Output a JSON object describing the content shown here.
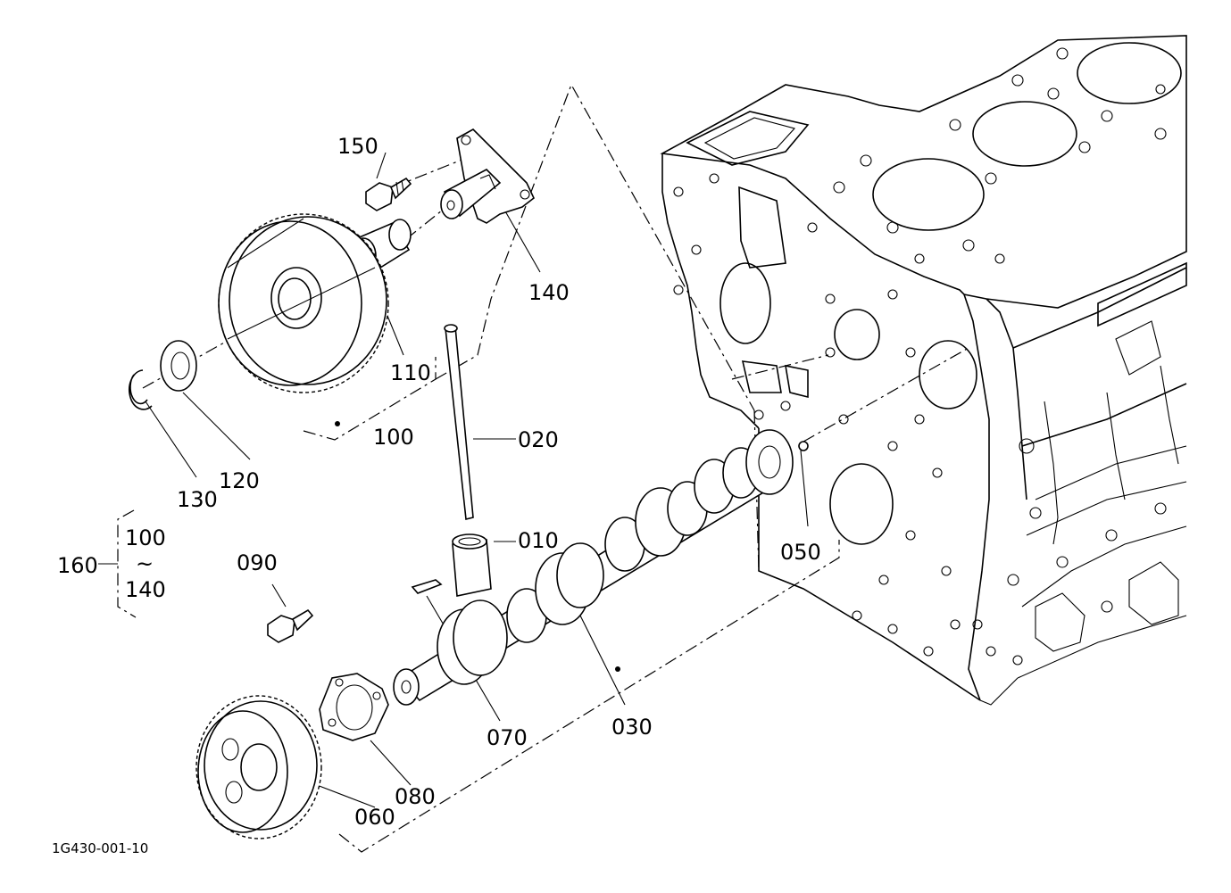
{
  "figure_id": "1G430-001-10",
  "callouts": {
    "c150": "150",
    "c140": "140",
    "c110": "110",
    "c100": "100",
    "c120": "120",
    "c130": "130",
    "c020": "020",
    "c010": "010",
    "c050": "050",
    "c090": "090",
    "c070": "070",
    "c030": "030",
    "c080": "080",
    "c060": "060",
    "c160": "160",
    "range_from": "100",
    "range_tilde": "~",
    "range_to": "140"
  }
}
